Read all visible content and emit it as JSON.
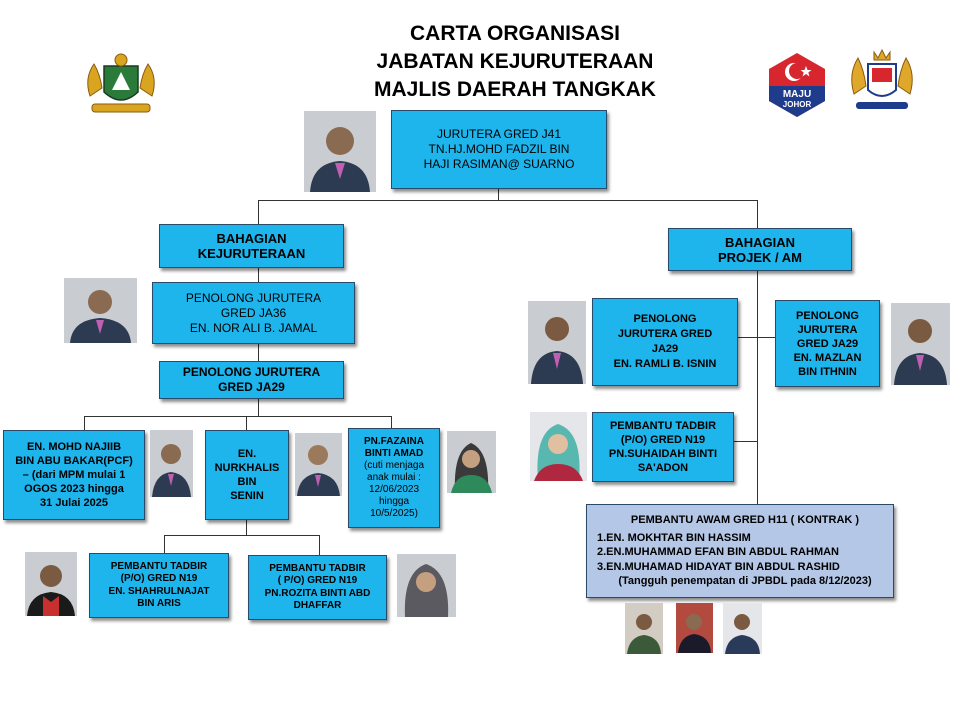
{
  "title": {
    "line1": "CARTA ORGANISASI",
    "line2": "JABATAN KEJURUTERAAN",
    "line3": "MAJLIS DAERAH TANGKAK"
  },
  "logo_maju_johor": {
    "line1": "MAJU",
    "line2": "JOHOR"
  },
  "head": {
    "line1": "JURUTERA GRED J41",
    "line2": "TN.HJ.MOHD FADZIL BIN",
    "line3": "HAJI RASIMAN@ SUARNO"
  },
  "bahagian_kejuruteraan": {
    "line1": "BAHAGIAN",
    "line2": "KEJURUTERAAN"
  },
  "bahagian_projek": {
    "line1": "BAHAGIAN",
    "line2": "PROJEK / AM"
  },
  "ja36": {
    "line1": "PENOLONG JURUTERA",
    "line2": "GRED JA36",
    "line3": "EN. NOR ALI B. JAMAL"
  },
  "ja29_unit": {
    "line1": "PENOLONG JURUTERA",
    "line2": "GRED JA29"
  },
  "najib": {
    "line1": "EN. MOHD NAJIIB",
    "line2": "BIN ABU BAKAR(PCF)",
    "line3": "– (dari MPM mulai 1",
    "line4": "OGOS 2023 hingga",
    "line5": "31 Julai 2025"
  },
  "nurkhalis": {
    "line1": "EN.",
    "line2": "NURKHALIS",
    "line3": "BIN",
    "line4": "SENIN"
  },
  "fazaina": {
    "line1": "PN.FAZAINA",
    "line2": "BINTI AMAD",
    "line3": "(cuti menjaga",
    "line4": "anak mulai :",
    "line5": "12/06/2023",
    "line6": "hingga",
    "line7": "10/5/2025)"
  },
  "shahrul": {
    "line1": "PEMBANTU TADBIR",
    "line2": "(P/O) GRED N19",
    "line3": "EN.  SHAHRULNAJAT",
    "line4": "BIN ARIS"
  },
  "rozita": {
    "line1": "PEMBANTU TADBIR",
    "line2": "( P/O) GRED  N19",
    "line3": "PN.ROZITA BINTI ABD",
    "line4": "DHAFFAR"
  },
  "ramli": {
    "line1": "PENOLONG",
    "line2": "JURUTERA GRED",
    "line3": "JA29",
    "line4": "EN. RAMLI B. ISNIN"
  },
  "mazlan": {
    "line1": "PENOLONG",
    "line2": "JURUTERA",
    "line3": "GRED JA29",
    "line4": "EN. MAZLAN",
    "line5": "BIN ITHNIN"
  },
  "suhaidah": {
    "line1": "PEMBANTU TADBIR",
    "line2": "(P/O) GRED N19",
    "line3": "PN.SUHAIDAH BINTI",
    "line4": "SA'ADON"
  },
  "kontrak": {
    "header": "PEMBANTU AWAM GRED H11 ( KONTRAK )",
    "item1": "1.EN. MOKHTAR BIN HASSIM",
    "item2": "2.EN.MUHAMMAD EFAN BIN ABDUL RAHMAN",
    "item3": "3.EN.MUHAMAD HIDAYAT BIN ABDUL RASHID",
    "note": "(Tangguh penempatan di JPBDL pada 8/12/2023)"
  },
  "colors": {
    "box_fill": "#1eb4ec",
    "kontrak_fill": "#b4c7e7",
    "connector": "#333333",
    "maju_red": "#d7262e",
    "maju_blue": "#1f3c8c"
  }
}
